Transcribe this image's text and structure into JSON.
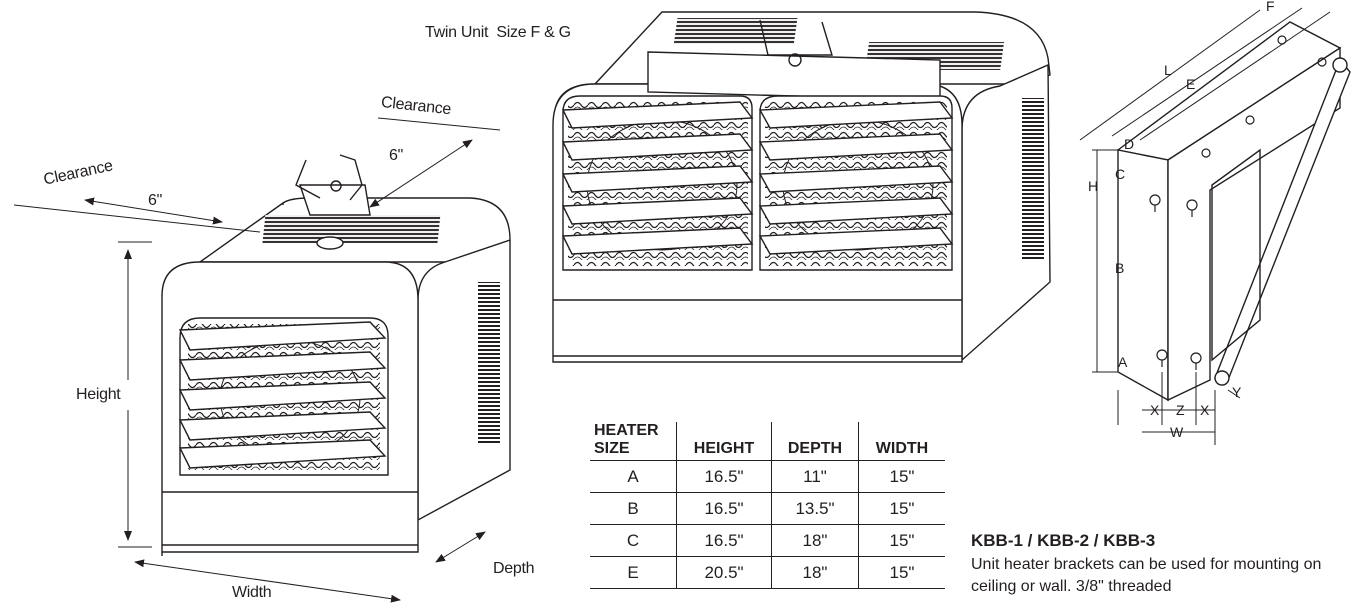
{
  "single_unit": {
    "clearance_left": "Clearance",
    "clearance_left_value": "6\"",
    "clearance_top": "Clearance",
    "clearance_top_value": "6\"",
    "height_label": "Height",
    "width_label": "Width",
    "depth_label": "Depth"
  },
  "twin_unit": {
    "title": "Twin Unit  Size F & G"
  },
  "bracket_diagram": {
    "labels": [
      "F",
      "L",
      "E",
      "D",
      "H",
      "C",
      "B",
      "A",
      "Y",
      "X",
      "Z",
      "X",
      "W"
    ]
  },
  "size_table": {
    "headers": [
      "HEATER\nSIZE",
      "HEIGHT",
      "DEPTH",
      "WIDTH"
    ],
    "rows": [
      [
        "A",
        "16.5\"",
        "11\"",
        "15\""
      ],
      [
        "B",
        "16.5\"",
        "13.5\"",
        "15\""
      ],
      [
        "C",
        "16.5\"",
        "18\"",
        "15\""
      ],
      [
        "E",
        "20.5\"",
        "18\"",
        "15\""
      ]
    ]
  },
  "bracket_info": {
    "title": "KBB-1 / KBB-2 / KBB-3",
    "description": "Unit heater brackets can be used for mounting on ceiling or wall. 3/8\" threaded"
  },
  "colors": {
    "line": "#231f20",
    "background": "#ffffff"
  }
}
